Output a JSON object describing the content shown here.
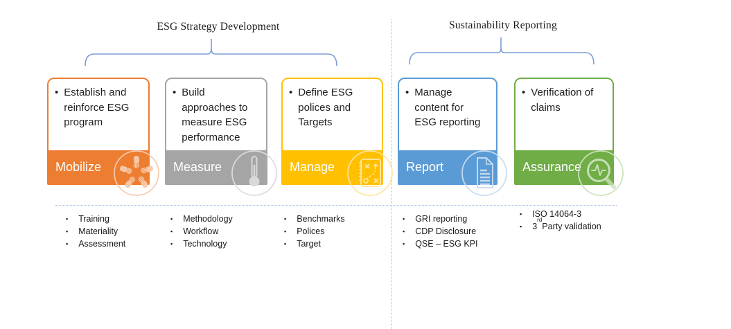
{
  "style": {
    "connector_blue": "#7c9dd7",
    "dotted_line_blue": "#9fbee4",
    "text_color": "#1a1a1a"
  },
  "groups": [
    {
      "label": "ESG Strategy Development"
    },
    {
      "label": "Sustainability Reporting"
    }
  ],
  "phases": [
    {
      "name": "Mobilize",
      "card_text": "Establish and\nreinforce ESG\nprogram",
      "accent": "#ED7D31",
      "tint": "#F7CBAC",
      "icon": "teamwork-hands-icon",
      "items": [
        "Training",
        "Materiality",
        "Assessment"
      ]
    },
    {
      "name": "Measure",
      "card_text": "Build\napproaches to\nmeasure ESG\nperformance",
      "accent": "#A5A5A5",
      "tint": "#DCDCDC",
      "icon": "thermometer-icon",
      "items": [
        "Methodology",
        "Workflow",
        "Technology"
      ]
    },
    {
      "name": "Manage",
      "card_text": "Define ESG\npolices and\nTargets",
      "accent": "#FFC000",
      "tint": "#FFE49C",
      "icon": "strategy-playbook-icon",
      "items": [
        "Benchmarks",
        "Polices",
        "Target"
      ]
    },
    {
      "name": "Report",
      "card_text": "Manage\ncontent for\nESG reporting",
      "accent": "#5B9BD5",
      "tint": "#C9DDF0",
      "icon": "report-document-icon",
      "items": [
        "GRI reporting",
        "CDP Disclosure",
        "QSE – ESG KPI"
      ]
    },
    {
      "name": "Assurance",
      "card_text": "Verification of\nclaims",
      "accent": "#70AD47",
      "tint": "#CBE2BB",
      "icon": "magnifier-pulse-icon",
      "items": [
        "ISO 14064-3",
        {
          "pre": "3",
          "sup": "rd",
          "post": " Party validation"
        }
      ]
    }
  ]
}
